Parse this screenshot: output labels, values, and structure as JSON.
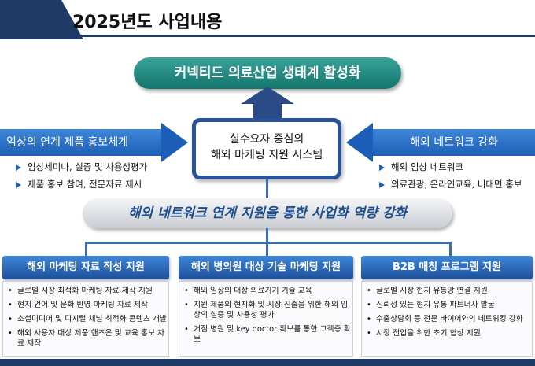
{
  "title": "2025년도 사업내용",
  "top_banner": "커넥티드 의료산업 생태계 활성화",
  "center_box": {
    "line1": "실수요자 중심의",
    "line2": "해외 마케팅 지원 시스템"
  },
  "left_panel": {
    "label": "임상의 연계 제품 홍보체계",
    "items": [
      "임상세미나, 실증 및 사용성평가",
      "제품 홍보 참여, 전문자료 제시"
    ]
  },
  "right_panel": {
    "label": "해외 네트워크 강화",
    "items": [
      "해외 임상 네트워크",
      "의료관광, 온라인교육, 비대면 홍보"
    ]
  },
  "middle_banner": "해외 네트워크 연계 지원을 통한 사업화 역량 강화",
  "columns": [
    {
      "title": "해외 마케팅 자료 작성 지원",
      "items": [
        "글로벌 시장 최적화 마케팅 자료 제작 지원",
        "현지 언어 및 문화 반영 마케팅 자료 제작",
        "소셜미디어 및 디지털 채널 최적화 콘텐츠 개발",
        "해외 사용자 대상 제품 핸즈온 및 교육 홍보 자료 제작"
      ]
    },
    {
      "title": "해외 병의원 대상 기술 마케팅 지원",
      "items": [
        "해외 임상의 대상 의료기기 기술 교육",
        "지원 제품의 현지화 및 시장 진출을 위한 해외 임상의 실증 및 사용성 평가",
        "거점 병원 및 key doctor 확보를 통한 고객층 확보"
      ]
    },
    {
      "title": "B2B 매칭 프로그램 지원",
      "items": [
        "글로벌 시장 현지 유통망 연결 지원",
        "신뢰성 있는 현지 유통 파트너사 발굴",
        "수출상담회 등 전문 바이어와의 네트워킹 강화",
        "시장 진입을 위한 초기 협상 지원"
      ]
    }
  ],
  "colors": {
    "navy": "#1f3a66",
    "blue": "#1d5fb8",
    "teal": "#14756d"
  }
}
